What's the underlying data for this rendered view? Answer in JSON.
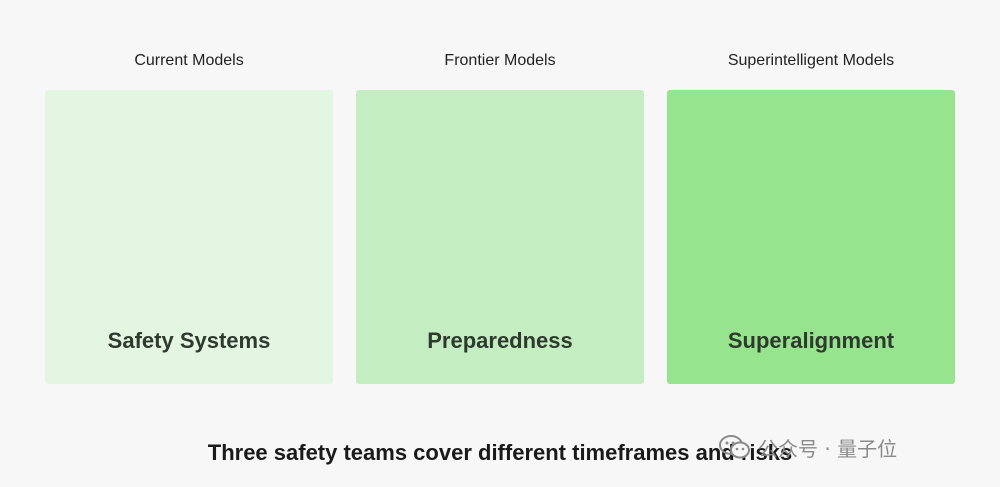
{
  "columns": [
    {
      "header": "Current Models",
      "team": "Safety Systems",
      "color": "#e3f6e1"
    },
    {
      "header": "Frontier Models",
      "team": "Preparedness",
      "color": "#c4eec1"
    },
    {
      "header": "Superintelligent Models",
      "team": "Superalignment",
      "color": "#97e48e"
    }
  ],
  "caption": "Three safety teams cover different timeframes and risks",
  "watermark": {
    "text": "公众号 · 量子位",
    "icon": "wechat-icon"
  }
}
